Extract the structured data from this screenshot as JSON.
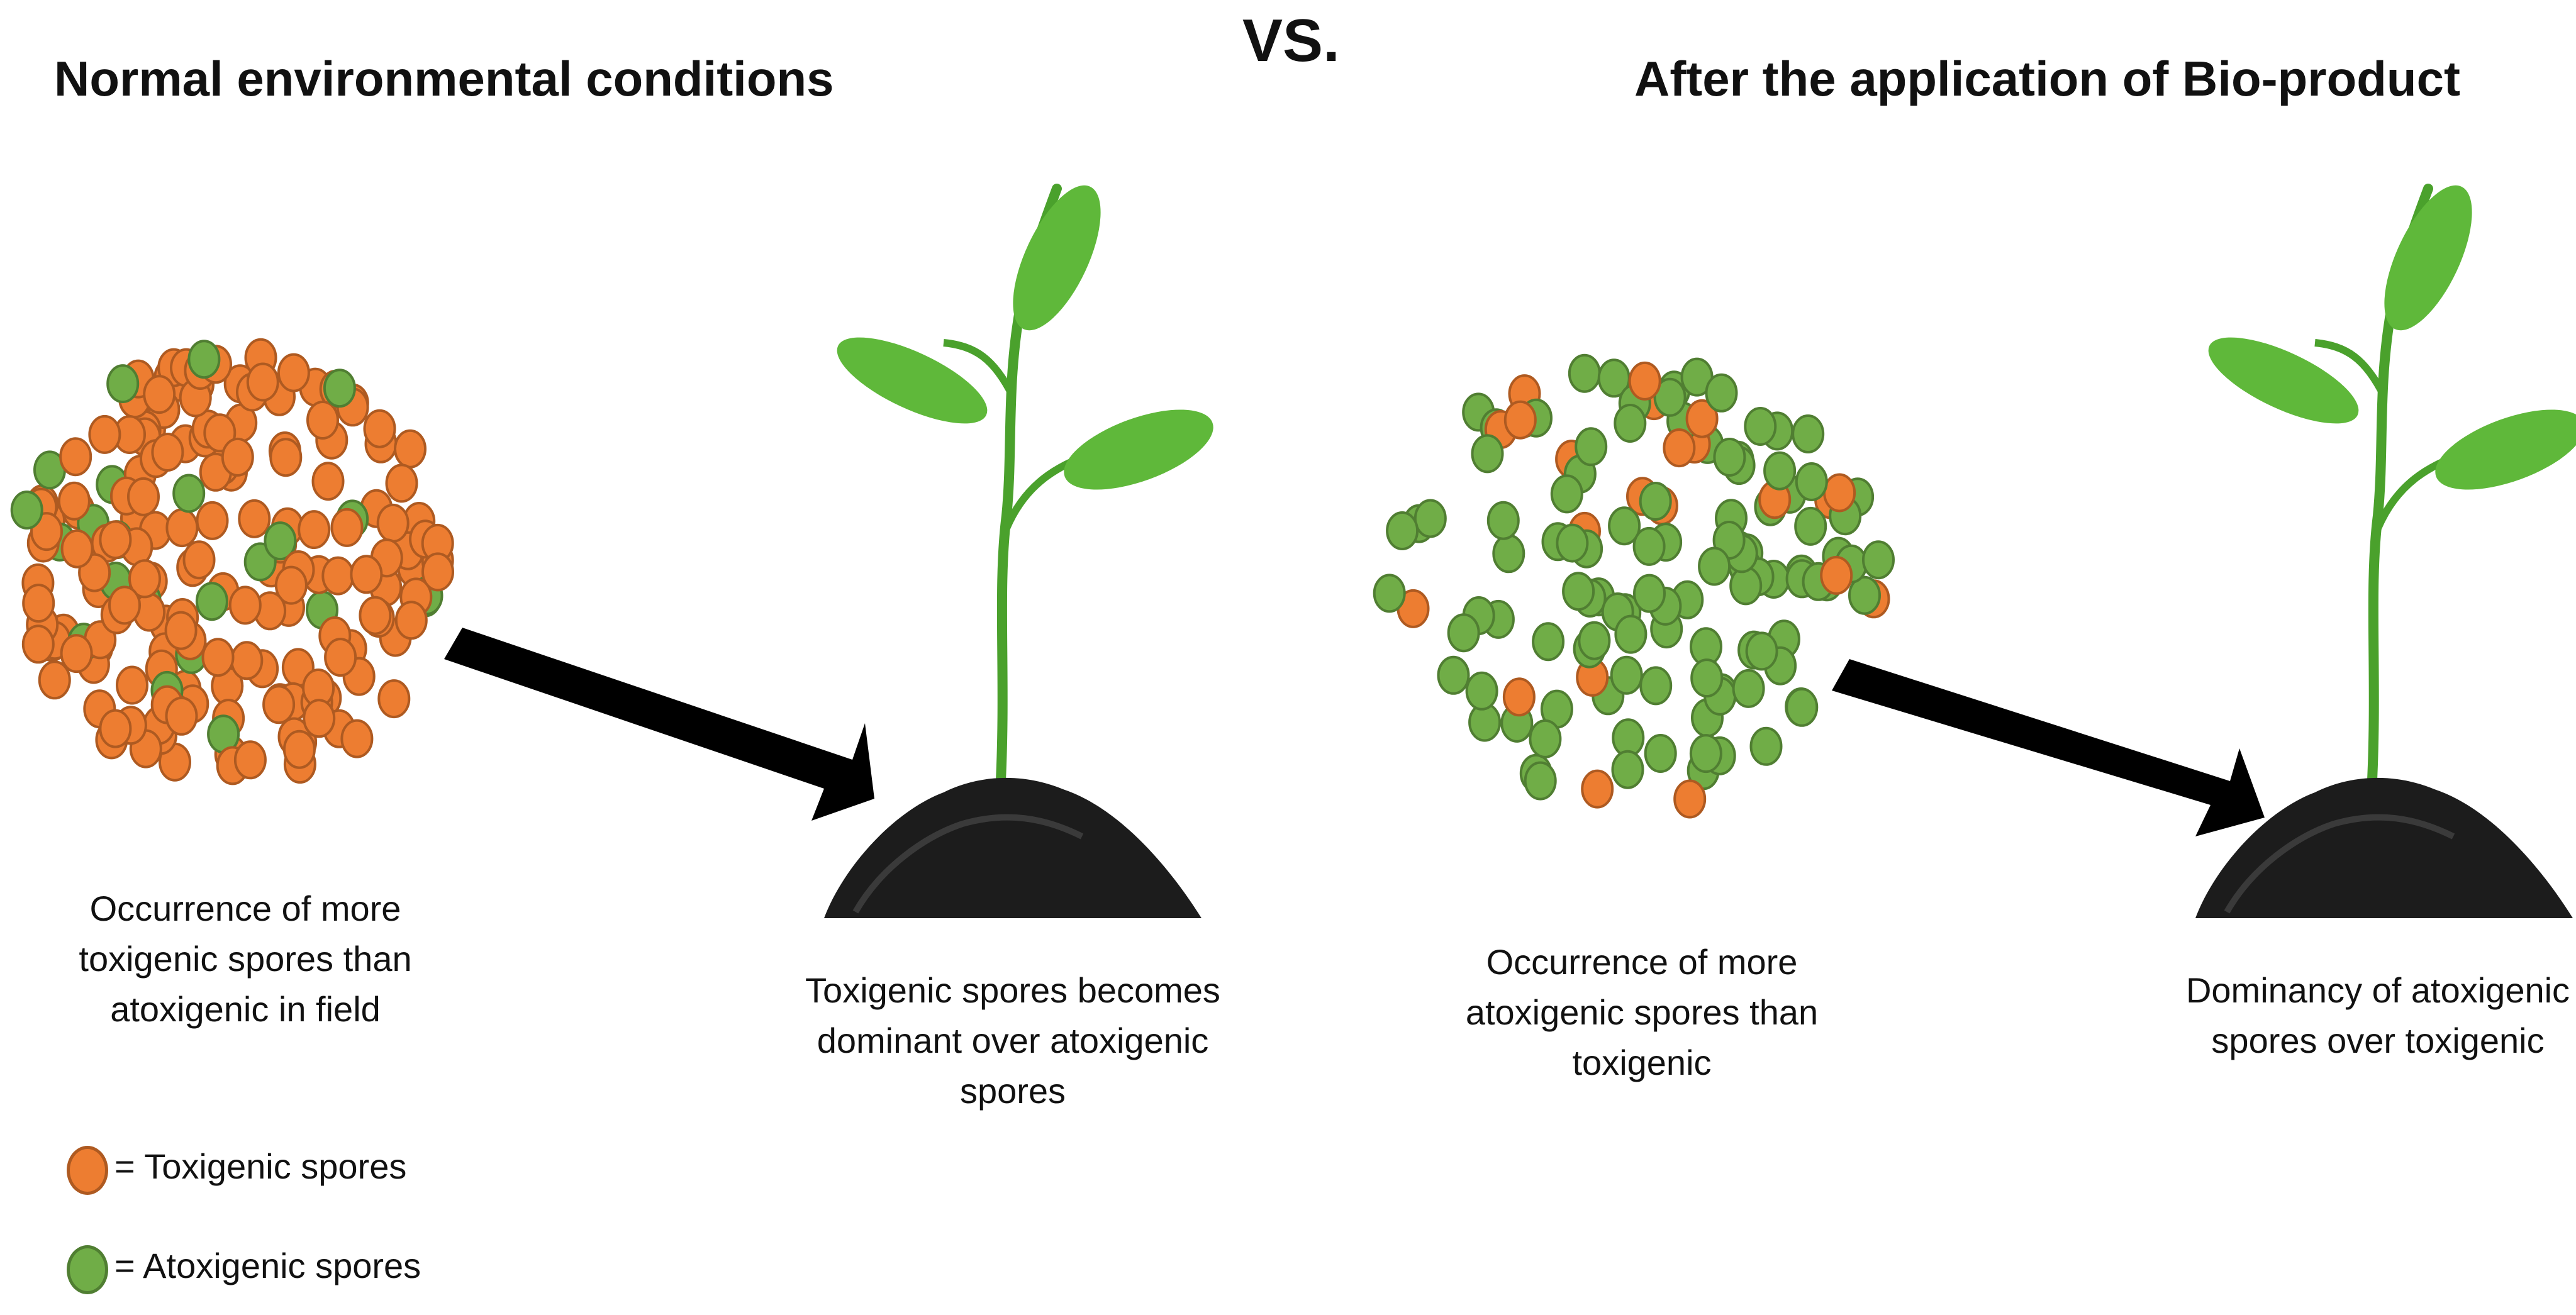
{
  "header": {
    "vs_label": "VS.",
    "left_title": "Normal environmental conditions",
    "right_title": "After the application of Bio-product"
  },
  "captions": {
    "left_cluster": "Occurrence of more toxigenic spores than atoxigenic in field",
    "left_plant": "Toxigenic spores becomes dominant over atoxigenic spores",
    "right_cluster": "Occurrence of more atoxigenic spores than toxigenic",
    "right_plant": "Dominancy  of atoxigenic spores over toxigenic"
  },
  "legend": {
    "toxigenic": "= Toxigenic spores",
    "atoxigenic": "= Atoxigenic spores"
  },
  "colors": {
    "toxigenic_fill": "#ed7d31",
    "toxigenic_stroke": "#ae5a21",
    "atoxigenic_fill": "#70ad47",
    "atoxigenic_stroke": "#507e32",
    "arrow": "#000000",
    "leaf": "#5fb83a",
    "soil": "#1c1c1c"
  },
  "icons": {
    "spore": "spore-icon",
    "arrow": "arrow-icon",
    "plant": "seedling-icon",
    "soil": "soil-mound-icon"
  }
}
